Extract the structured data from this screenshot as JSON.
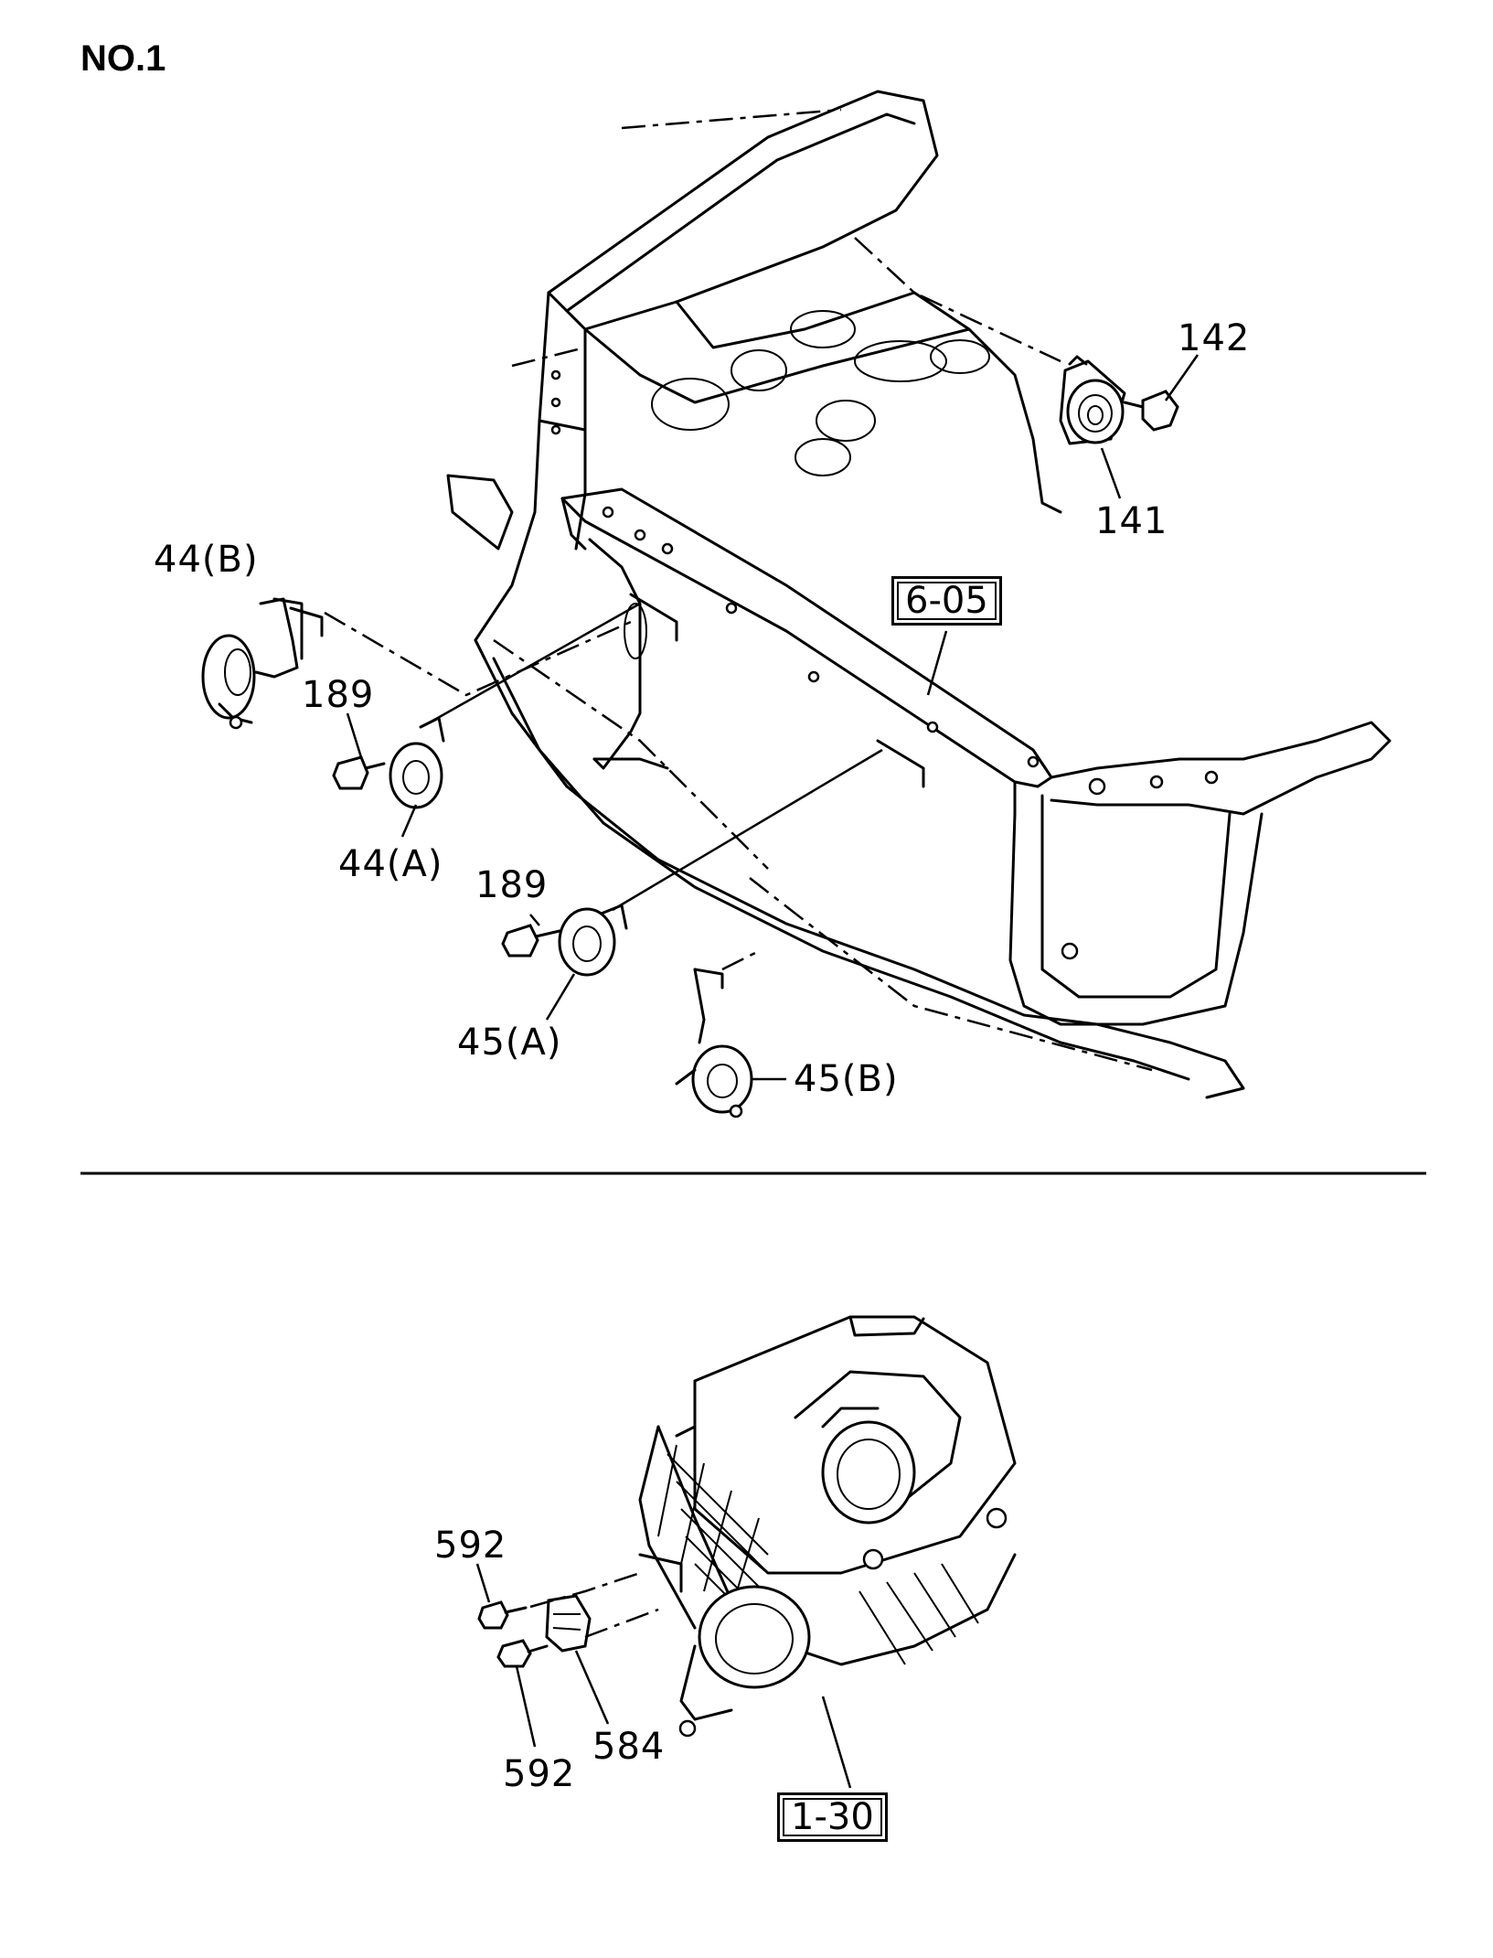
{
  "page": {
    "title": "NO.1"
  },
  "top_assembly": {
    "ref_box": "6-05",
    "callouts": {
      "p142": "142",
      "p141": "141",
      "p44b": "44(B)",
      "p189a": "189",
      "p44a": "44(A)",
      "p189b": "189",
      "p45a": "45(A)",
      "p45b": "45(B)"
    }
  },
  "bottom_assembly": {
    "ref_box": "1-30",
    "callouts": {
      "p592a": "592",
      "p584": "584",
      "p592b": "592"
    }
  }
}
